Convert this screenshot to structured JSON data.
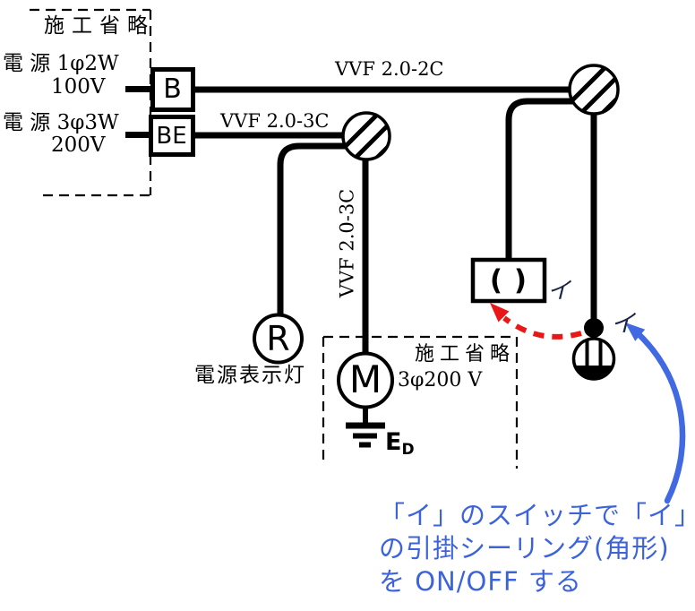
{
  "colors": {
    "line": "#000000",
    "background": "#ffffff",
    "red_arrow": "#e81818",
    "blue_arrow": "#4169e1",
    "annotation_blue": "#3d63d9",
    "branch_label": "#1c2444"
  },
  "source_panel": {
    "title": "施工省略",
    "source1": "電 源 1φ2W",
    "source1_voltage": "100V",
    "source2": "電 源 3φ3W",
    "source2_voltage": "200V"
  },
  "breakers": {
    "b": "B",
    "be": "BE"
  },
  "cables": {
    "line_2c": "VVF 2.0-2C",
    "line_3c": "VVF 2.0-3C",
    "line_3c_vertical": "VVF 2.0-3C"
  },
  "pilot_lamp": {
    "letter": "R",
    "caption": "電源表示灯"
  },
  "motor": {
    "letter": "M",
    "spec": "3φ200 V",
    "omitted": "施工省略",
    "ground": "E",
    "ground_sub": "D"
  },
  "ceiling": {
    "symbol": "( )",
    "branch": "イ"
  },
  "switch": {
    "branch": "イ"
  },
  "annotation": {
    "line1": "「イ」のスイッチで「イ」",
    "line2": "の引掛シーリング(角形)",
    "line3": "を ON/OFF する"
  }
}
